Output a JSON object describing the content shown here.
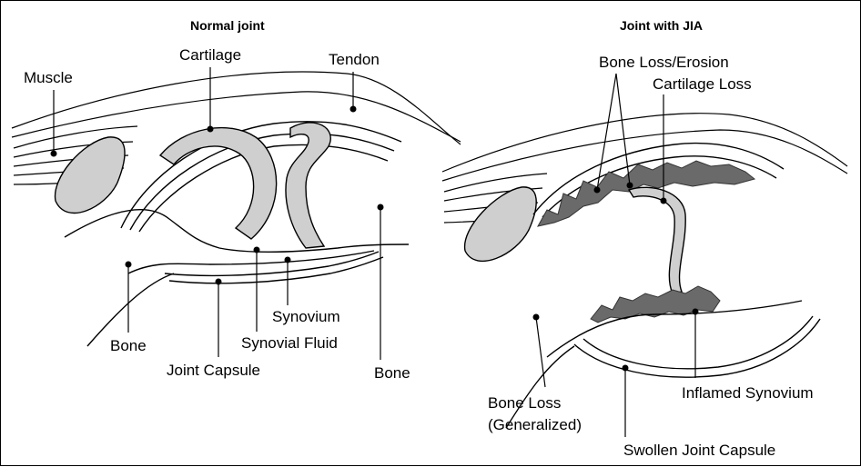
{
  "normal": {
    "title": "Normal joint",
    "labels": {
      "muscle": "Muscle",
      "cartilage": "Cartilage",
      "tendon": "Tendon",
      "bone_left": "Bone",
      "bone_right": "Bone",
      "synovium": "Synovium",
      "synovial_fluid": "Synovial Fluid",
      "joint_capsule": "Joint Capsule"
    }
  },
  "jia": {
    "title": "Joint with JIA",
    "labels": {
      "bone_loss_erosion": "Bone Loss/Erosion",
      "cartilage_loss": "Cartilage Loss",
      "bone_loss_generalized_1": "Bone Loss",
      "bone_loss_generalized_2": "(Generalized)",
      "inflamed_synovium": "Inflamed Synovium",
      "swollen_joint_capsule": "Swollen Joint Capsule"
    }
  },
  "colors": {
    "cartilage_fill": "#cfcfcf",
    "inflamed_fill": "#6a6a6a",
    "line": "#000000"
  }
}
